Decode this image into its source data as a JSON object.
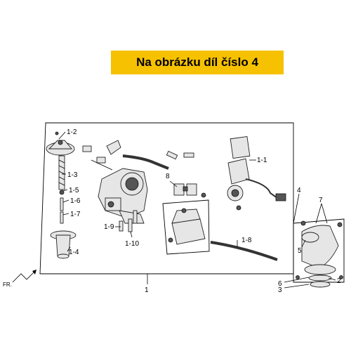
{
  "banner": {
    "text": "Na obrázku díl číslo 4",
    "color": "#f6c100"
  },
  "labels": {
    "l1": "1",
    "l1_1": "1-1",
    "l1_2": "1-2",
    "l1_3": "1-3",
    "l1_4": "1-4",
    "l1_5": "1-5",
    "l1_6": "1-6",
    "l1_7": "1-7",
    "l1_8": "1-8",
    "l1_9": "1-9",
    "l1_10": "1-10",
    "l2": "2",
    "l3": "3",
    "l4": "4",
    "l5": "5",
    "l6": "6",
    "l7": "7",
    "l8": "8",
    "fr": "FR."
  }
}
